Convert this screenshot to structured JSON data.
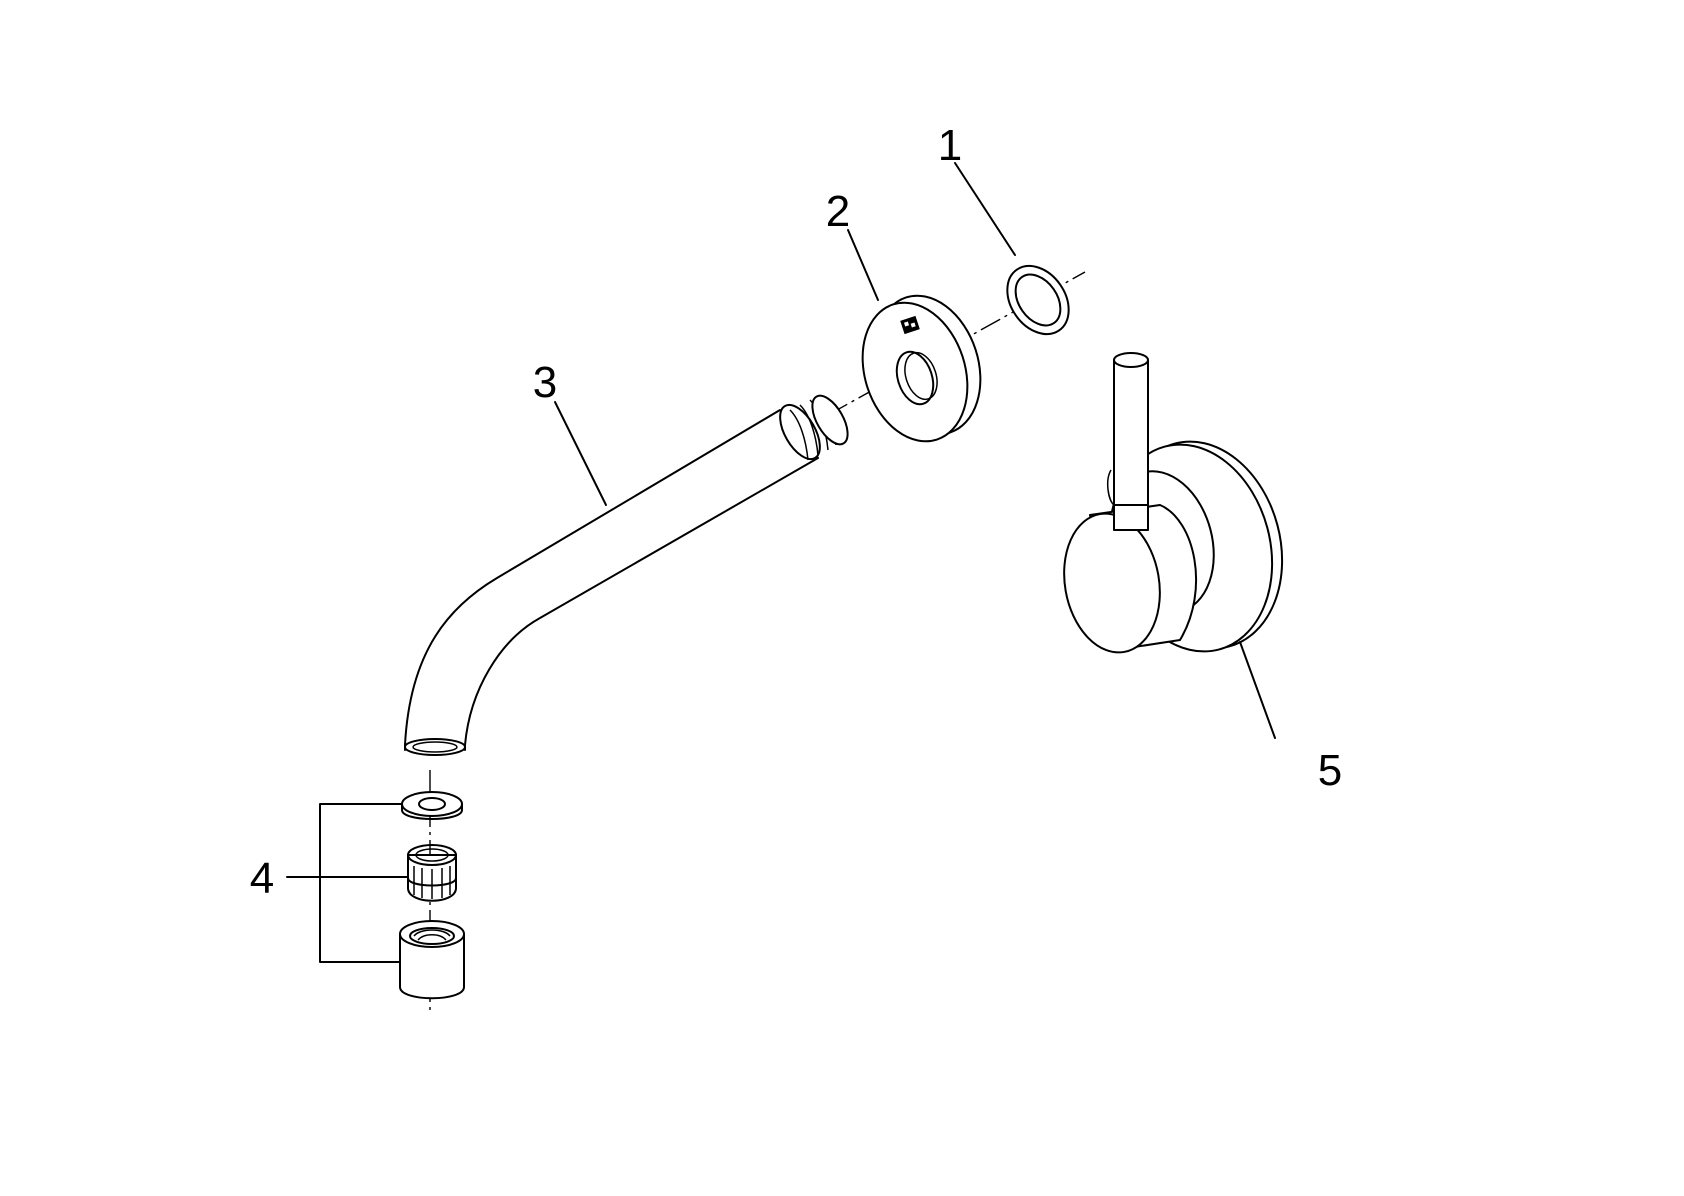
{
  "diagram": {
    "parts": [
      {
        "id": "part-1",
        "label": "1",
        "description_icon": "o-ring-icon"
      },
      {
        "id": "part-2",
        "label": "2",
        "description_icon": "wall-rosette-icon"
      },
      {
        "id": "part-3",
        "label": "3",
        "description_icon": "spout-pipe-icon"
      },
      {
        "id": "part-4",
        "label": "4",
        "description_icon": "aerator-set-icon"
      },
      {
        "id": "part-5",
        "label": "5",
        "description_icon": "lever-handle-icon"
      }
    ],
    "line_color": "#000000",
    "background_color": "#ffffff"
  }
}
